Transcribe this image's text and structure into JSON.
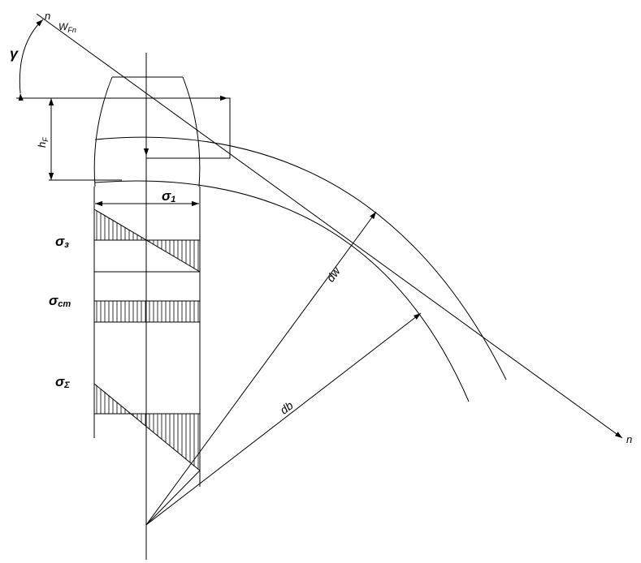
{
  "labels": {
    "n_top": "n",
    "n_bottom": "n",
    "w_main": "W",
    "w_sub": "Fn",
    "gamma": "γ",
    "hf_main": "h",
    "hf_sub": "F",
    "sigma1_main": "σ",
    "sigma1_sub": "1",
    "sigma3_main": "σ",
    "sigma3_sub": "з",
    "sigmacm_main": "σ",
    "sigmacm_sub": "cm",
    "sigmasum_main": "σ",
    "sigmasum_sub": "Σ",
    "dw": "dw",
    "db": "db"
  }
}
